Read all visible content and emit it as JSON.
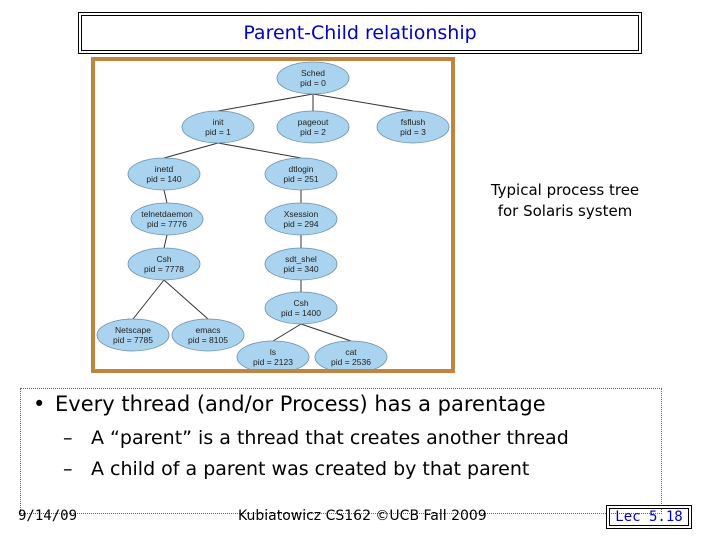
{
  "title": "Parent-Child relationship",
  "tree": {
    "nodes": [
      {
        "id": "sched",
        "name": "Sched",
        "pid": "pid = 0"
      },
      {
        "id": "init",
        "name": "init",
        "pid": "pid = 1"
      },
      {
        "id": "pageout",
        "name": "pageout",
        "pid": "pid = 2"
      },
      {
        "id": "fsflush",
        "name": "fsflush",
        "pid": "pid = 3"
      },
      {
        "id": "inetd",
        "name": "inetd",
        "pid": "pid = 140"
      },
      {
        "id": "dtlogin",
        "name": "dtlogin",
        "pid": "pid = 251"
      },
      {
        "id": "telnetdaemon",
        "name": "telnetdaemon",
        "pid": "pid = 7776"
      },
      {
        "id": "xsession",
        "name": "Xsession",
        "pid": "pid = 294"
      },
      {
        "id": "csh1",
        "name": "Csh",
        "pid": "pid = 7778"
      },
      {
        "id": "sdtshel",
        "name": "sdt_shel",
        "pid": "pid = 340"
      },
      {
        "id": "csh2",
        "name": "Csh",
        "pid": "pid = 1400"
      },
      {
        "id": "netscape",
        "name": "Netscape",
        "pid": "pid = 7785"
      },
      {
        "id": "emacs",
        "name": "emacs",
        "pid": "pid = 8105"
      },
      {
        "id": "ls",
        "name": "ls",
        "pid": "pid = 2123"
      },
      {
        "id": "cat",
        "name": "cat",
        "pid": "pid = 2536"
      }
    ],
    "edges": [
      [
        "sched",
        "init"
      ],
      [
        "sched",
        "pageout"
      ],
      [
        "sched",
        "fsflush"
      ],
      [
        "init",
        "inetd"
      ],
      [
        "init",
        "dtlogin"
      ],
      [
        "inetd",
        "telnetdaemon"
      ],
      [
        "telnetdaemon",
        "csh1"
      ],
      [
        "csh1",
        "netscape"
      ],
      [
        "csh1",
        "emacs"
      ],
      [
        "dtlogin",
        "xsession"
      ],
      [
        "xsession",
        "sdtshel"
      ],
      [
        "sdtshel",
        "csh2"
      ],
      [
        "csh2",
        "ls"
      ],
      [
        "csh2",
        "cat"
      ]
    ],
    "node_fill": "#a9d3ee",
    "frame_color": "#c0843f"
  },
  "caption": {
    "line1": "Typical process tree",
    "line2": "for Solaris system"
  },
  "bullet": {
    "main": "Every thread (and/or Process) has a parentage",
    "sub1": "A “parent” is a thread that creates another thread",
    "sub2": "A child of a parent was created by that parent"
  },
  "footer": {
    "date": "9/14/09",
    "course": "Kubiatowicz CS162 ©UCB Fall 2009",
    "lecture": "Lec 5.18"
  },
  "colors": {
    "title": "#0000c8",
    "lecture": "#0000c8"
  }
}
